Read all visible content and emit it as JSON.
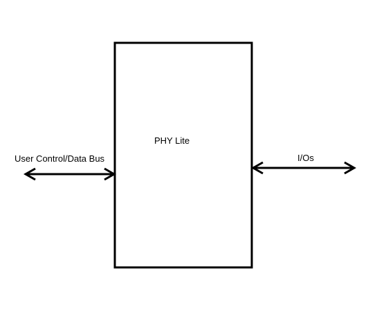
{
  "diagram": {
    "block": {
      "label": "PHY Lite"
    },
    "left_connection": {
      "label": "User Control/Data Bus"
    },
    "right_connection": {
      "label": "I/Os"
    }
  },
  "colors": {
    "line": "#000000",
    "background": "#ffffff"
  }
}
